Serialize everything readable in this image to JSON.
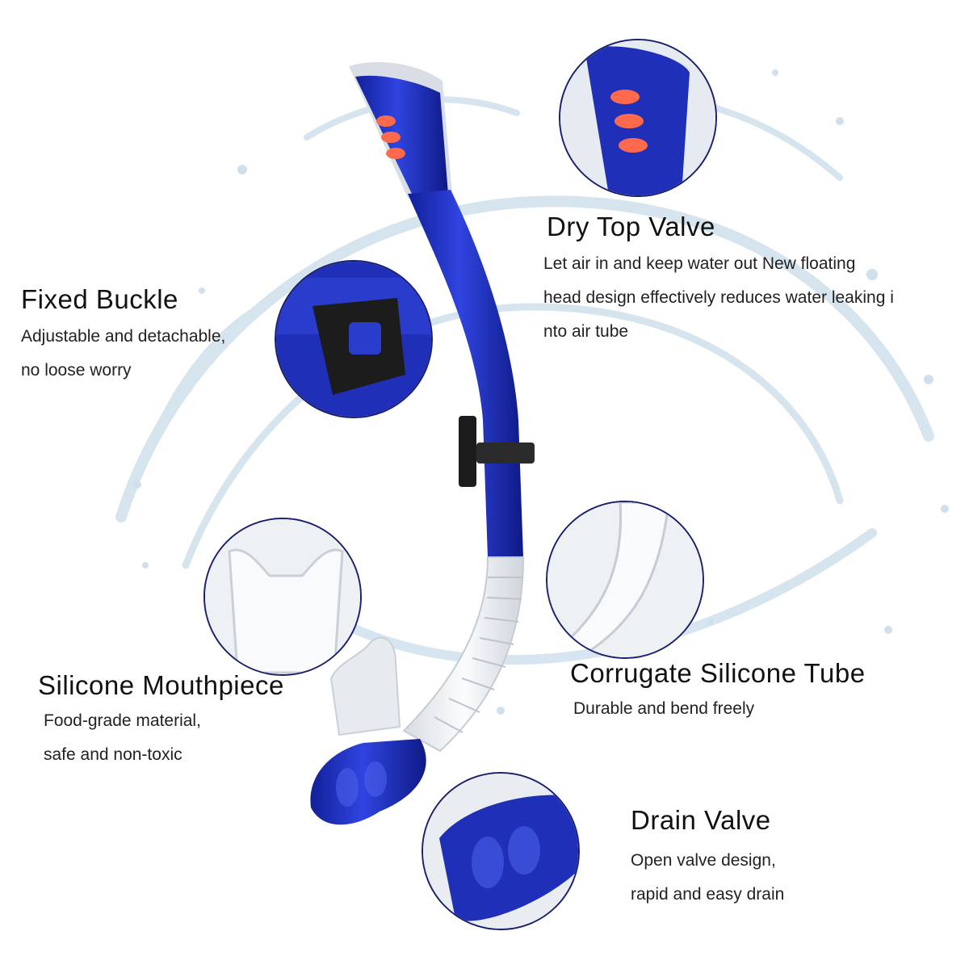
{
  "features": {
    "dry_top_valve": {
      "title": "Dry Top Valve",
      "lines": [
        "Let air in and keep water out New floating",
        "head design effectively reduces water leaking i",
        "nto air tube"
      ]
    },
    "fixed_buckle": {
      "title": "Fixed Buckle",
      "lines": [
        "Adjustable and detachable,",
        "no loose worry"
      ]
    },
    "silicone_mouthpiece": {
      "title": "Silicone Mouthpiece",
      "lines": [
        "Food-grade material,",
        "safe and non-toxic"
      ]
    },
    "corrugate_tube": {
      "title": "Corrugate Silicone Tube",
      "lines": [
        "Durable and bend freely"
      ]
    },
    "drain_valve": {
      "title": "Drain Valve",
      "lines": [
        "Open valve design,",
        "rapid and easy drain"
      ]
    }
  },
  "colors": {
    "tube_blue": "#1f2fb8",
    "circle_border": "#1a1f6b",
    "splash": "#c9dbe8"
  }
}
